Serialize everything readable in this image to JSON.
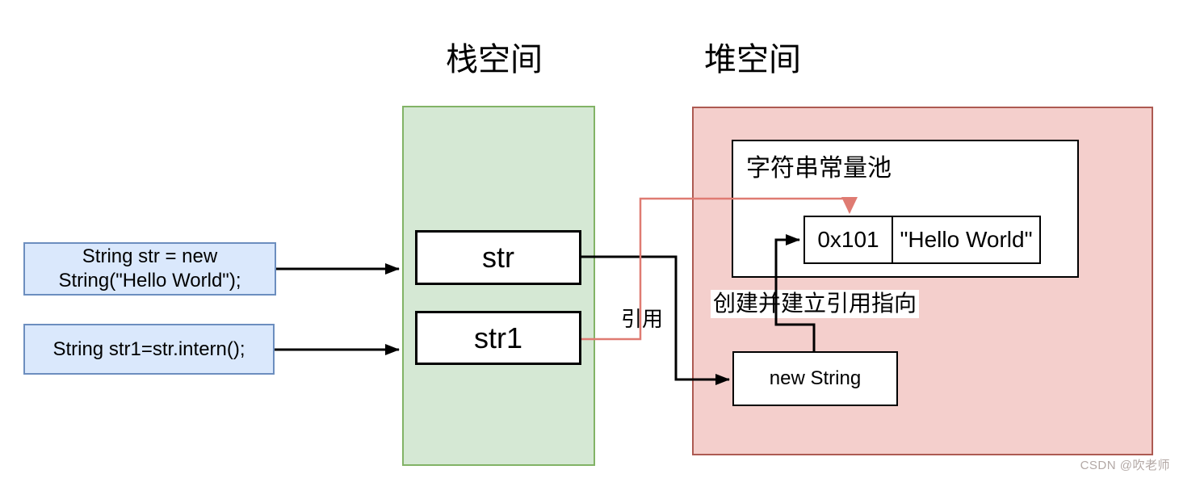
{
  "colors": {
    "stack-fill": "#d5e8d4",
    "stack-stroke": "#82b366",
    "heap-fill": "#f4cfcc",
    "heap-stroke": "#ad5a52",
    "code-fill": "#dae8fc",
    "code-stroke": "#6c8ebf",
    "ref-line": "#df7b72",
    "ink": "#000000",
    "watermark-color": "#b3a8a5"
  },
  "titles": {
    "stack": "栈空间",
    "heap": "堆空间"
  },
  "code_boxes": [
    {
      "text": "String str = new String(\"Hello World\");"
    },
    {
      "text": "String str1=str.intern();"
    }
  ],
  "stack": {
    "vars": [
      {
        "label": "str"
      },
      {
        "label": "str1"
      }
    ]
  },
  "heap": {
    "pool": {
      "label": "字符串常量池",
      "entry": {
        "address": "0x101",
        "value": "\"Hello World\""
      }
    },
    "object": {
      "label": "new String"
    }
  },
  "edge_labels": {
    "reference": "引用",
    "create": "创建并建立引用指向"
  },
  "watermark": "CSDN @吹老师"
}
